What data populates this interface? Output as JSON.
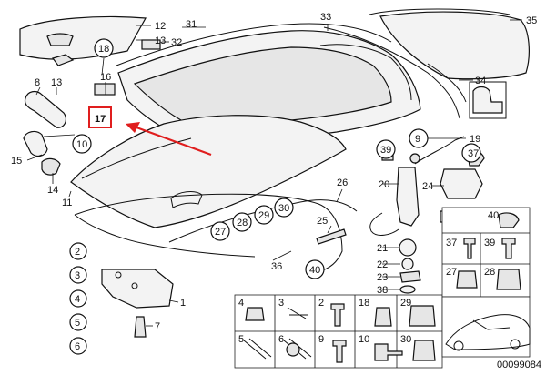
{
  "diagram": {
    "callouts": {
      "c1": "1",
      "c2": "2",
      "c3": "3",
      "c4": "4",
      "c5": "5",
      "c6": "6",
      "c7": "7",
      "c8": "8",
      "c9": "9",
      "c10": "10",
      "c11": "11",
      "c12": "12",
      "c13": "13",
      "c14": "14",
      "c15": "15",
      "c16": "16",
      "c17": "17",
      "c18": "18",
      "c19": "19",
      "c20": "20",
      "c21": "21",
      "c22": "22",
      "c23": "23",
      "c24": "24",
      "c25": "25",
      "c26": "26",
      "c27": "27",
      "c28": "28",
      "c29": "29",
      "c30": "30",
      "c31": "31",
      "c32": "32",
      "c33": "33",
      "c34": "34",
      "c35": "35",
      "c36": "36",
      "c37": "37",
      "c38": "38",
      "c39": "39",
      "c40": "40"
    },
    "grid": {
      "g40": "40",
      "g37": "37",
      "g39": "39",
      "g27": "27",
      "g28": "28",
      "g4": "4",
      "g3": "3",
      "g2": "2",
      "g18": "18",
      "g29": "29",
      "g5": "5",
      "g6": "6",
      "g9": "9",
      "g10": "10",
      "g30": "30"
    },
    "highlight_label": "17",
    "footer_code": "00099084",
    "colors": {
      "highlight": "#e01e1e",
      "ink": "#111111"
    }
  }
}
